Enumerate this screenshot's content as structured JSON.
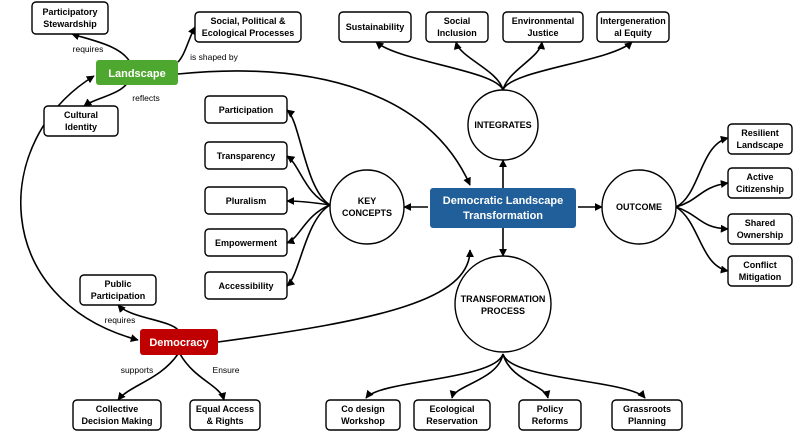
{
  "colors": {
    "landscape": "#4ea72e",
    "democracy": "#c00000",
    "center": "#215f9a"
  },
  "center": {
    "line1": "Democratic Landscape",
    "line2": "Transformation"
  },
  "landscape": {
    "label": "Landscape",
    "requires": {
      "edge": "requires",
      "line1": "Participatory",
      "line2": "Stewardship"
    },
    "shaped": {
      "edge": "is shaped by",
      "line1": "Social, Political &",
      "line2": "Ecological Processes"
    },
    "reflects": {
      "edge": "reflects",
      "line1": "Cultural",
      "line2": "Identity"
    }
  },
  "democracy": {
    "label": "Democracy",
    "requires": {
      "edge": "requires",
      "line1": "Public",
      "line2": "Participation"
    },
    "supports": {
      "edge": "supports",
      "line1": "Collective",
      "line2": "Decision Making"
    },
    "ensure": {
      "edge": "Ensure",
      "line1": "Equal Access",
      "line2": "& Rights"
    }
  },
  "integrates": {
    "label": "INTEGRATES",
    "items": [
      {
        "line1": "Sustainability",
        "line2": ""
      },
      {
        "line1": "Social",
        "line2": "Inclusion"
      },
      {
        "line1": "Environmental",
        "line2": "Justice"
      },
      {
        "line1": "Intergeneration",
        "line2": "al Equity"
      }
    ]
  },
  "key_concepts": {
    "line1": "KEY",
    "line2": "CONCEPTS",
    "items": [
      "Participation",
      "Transparency",
      "Pluralism",
      "Empowerment",
      "Accessibility"
    ]
  },
  "outcome": {
    "label": "OUTCOME",
    "items": [
      {
        "line1": "Resilient",
        "line2": "Landscape"
      },
      {
        "line1": "Active",
        "line2": "Citizenship"
      },
      {
        "line1": "Shared",
        "line2": "Ownership"
      },
      {
        "line1": "Conflict",
        "line2": "Mitigation"
      }
    ]
  },
  "transformation": {
    "line1": "TRANSFORMATION",
    "line2": "PROCESS",
    "items": [
      {
        "line1": "Co design",
        "line2": "Workshop"
      },
      {
        "line1": "Ecological",
        "line2": "Reservation"
      },
      {
        "line1": "Policy",
        "line2": "Reforms"
      },
      {
        "line1": "Grassroots",
        "line2": "Planning"
      }
    ]
  }
}
